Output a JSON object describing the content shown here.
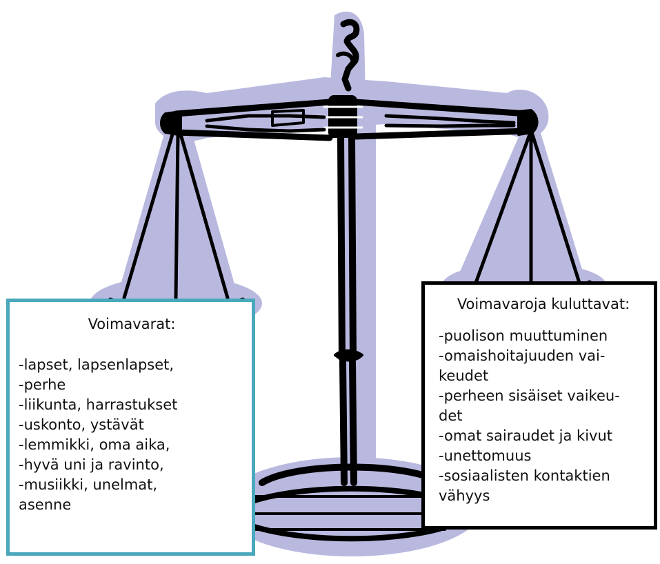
{
  "colors": {
    "halo": "#b9b9e0",
    "ink": "#000000",
    "left_border": "#4aa8bd",
    "right_border": "#000000"
  },
  "left_box": {
    "title": "Voimavarat:",
    "lines": [
      "-lapset, lapsenlapset,",
      "-perhe",
      "-liikunta, harrastukset",
      "-uskonto, ystävät",
      "-lemmikki, oma aika,",
      "-hyvä uni ja ravinto,",
      "-musiikki, unelmat,",
      "asenne"
    ]
  },
  "right_box": {
    "title": "Voimavaroja kuluttavat:",
    "lines": [
      "-puolison muuttuminen",
      "-omaishoitajuuden vai-",
      "keudet",
      "-perheen sisäiset vaikeu-",
      "det",
      "-omat sairaudet ja kivut",
      "-unettomuus",
      "-sosiaalisten kontaktien",
      "vähyys"
    ]
  }
}
